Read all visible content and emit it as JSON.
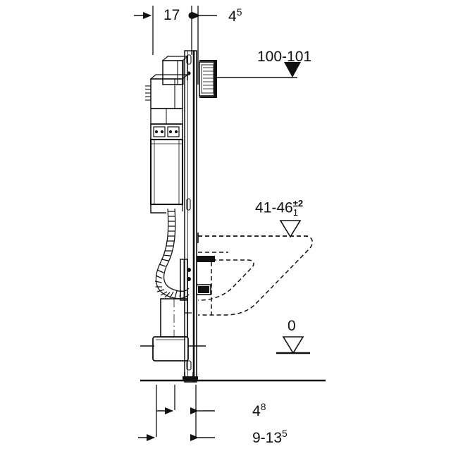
{
  "drawing": {
    "type": "technical-dimension-drawing",
    "subject": "Concealed WC cistern installation frame, side elevation",
    "units": "cm",
    "line_color": "#111111",
    "background_color": "#ffffff"
  },
  "dimensions": {
    "top": [
      {
        "id": "dim-17",
        "value": "17",
        "sup": "",
        "arrows": "outward-left"
      },
      {
        "id": "dim-45",
        "value": "4",
        "sup": "5",
        "arrows": "outward-right"
      }
    ],
    "bottom": [
      {
        "id": "dim-48",
        "value": "4",
        "sup": "8",
        "arrows": "inward"
      },
      {
        "id": "dim-9-135",
        "value": "9-13",
        "sup": "5",
        "arrows": "inward"
      }
    ]
  },
  "elevation_markers": [
    {
      "id": "marker-100-101",
      "label": "100-101",
      "triangle": "filled",
      "note": "flush plate / actuator height"
    },
    {
      "id": "marker-41-46",
      "label": "41-46",
      "tolerance_plus": "2",
      "tolerance_minus": "1",
      "tolerance_symbol": "±",
      "triangle": "hollow",
      "note": "WC bowl rim height"
    },
    {
      "id": "marker-zero",
      "label": "0",
      "triangle": "hollow",
      "note": "finished floor datum"
    }
  ],
  "components": [
    {
      "id": "frame-rail",
      "name": "vertical-support-rail"
    },
    {
      "id": "cistern",
      "name": "concealed-cistern-tank"
    },
    {
      "id": "fill-valve",
      "name": "fill-valve-assembly"
    },
    {
      "id": "corrugated-hose",
      "name": "flexible-corrugated-hose"
    },
    {
      "id": "flush-pipe",
      "name": "flush-pipe-connector"
    },
    {
      "id": "wc-bowl",
      "name": "wall-hung-wc-bowl-outline",
      "style": "dashed"
    },
    {
      "id": "base-foot",
      "name": "floor-mounting-foot"
    },
    {
      "id": "floor-line",
      "name": "finished-floor-line"
    }
  ]
}
